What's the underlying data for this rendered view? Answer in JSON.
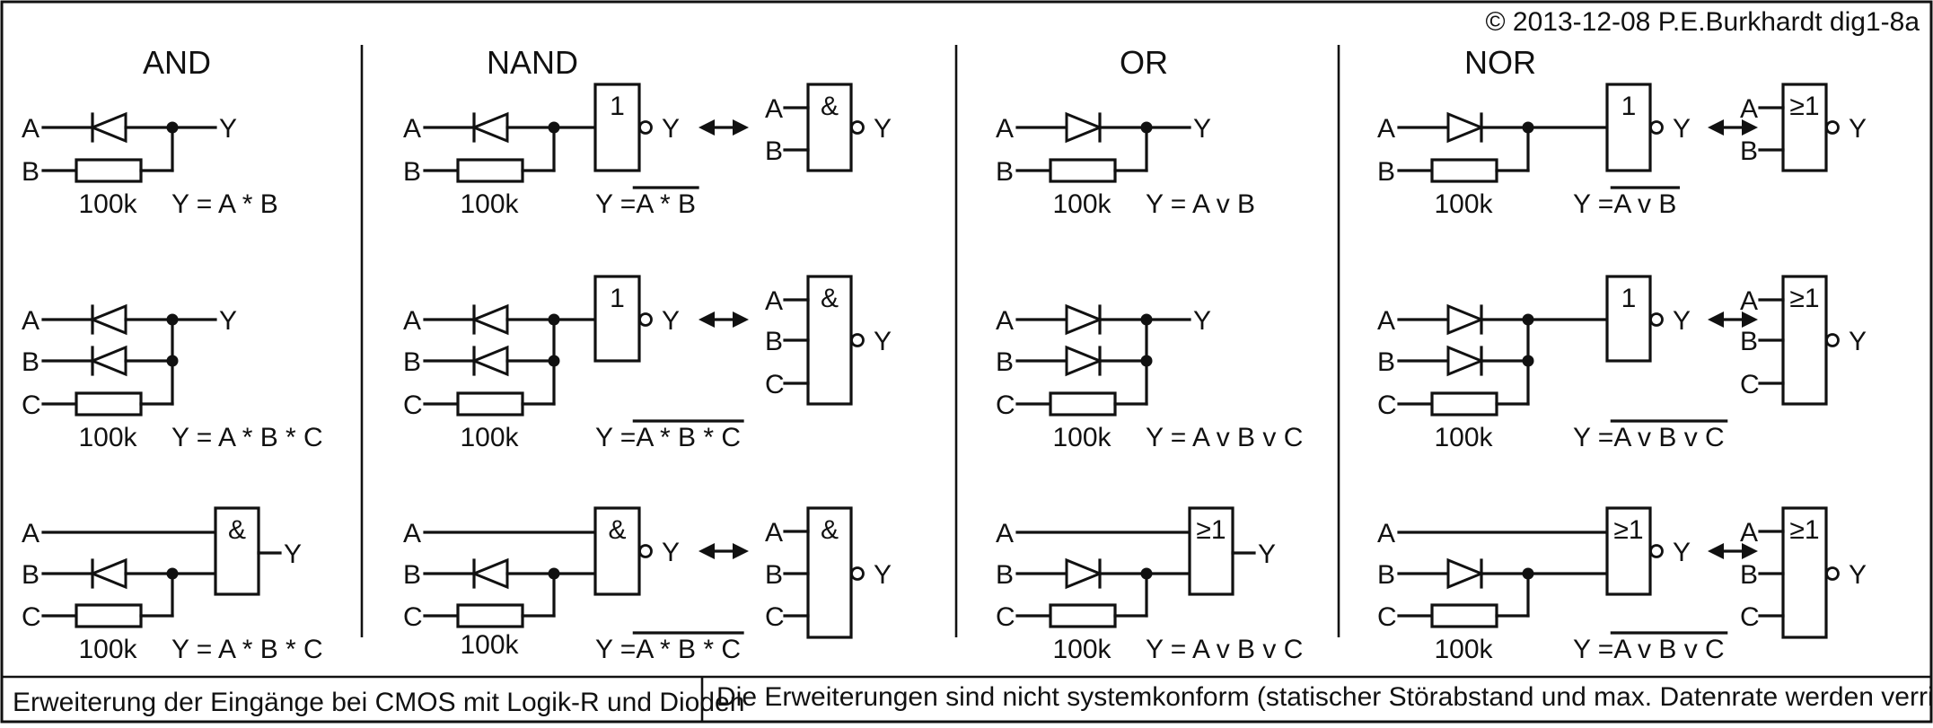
{
  "copyright": "© 2013-12-08 P.E.Burkhardt dig1-8a",
  "headers": {
    "and": "AND",
    "nand": "NAND",
    "or": "OR",
    "nor": "NOR"
  },
  "resistor": "100k",
  "inputs": {
    "a": "A",
    "b": "B",
    "c": "C"
  },
  "output": "Y",
  "gate_symbols": {
    "not": "1",
    "and": "&",
    "or": "≥1"
  },
  "formulas": {
    "and2": "Y = A * B",
    "and3": "Y = A * B * C",
    "nand2_prefix": "Y = ",
    "nand2_bar": "A * B",
    "nand3_prefix": "Y = ",
    "nand3_bar": "A * B * C",
    "or2": "Y = A v B",
    "or3": "Y = A v B v C",
    "nor2_prefix": "Y = ",
    "nor2_bar": "A v B",
    "nor3_prefix": "Y = ",
    "nor3_bar": "A v B v C"
  },
  "footer": {
    "left": "Erweiterung der Eingänge bei CMOS mit Logik-R und Dioden",
    "right": "Die Erweiterungen sind nicht systemkonform (statischer Störabstand und max. Datenrate werden verringert)."
  }
}
